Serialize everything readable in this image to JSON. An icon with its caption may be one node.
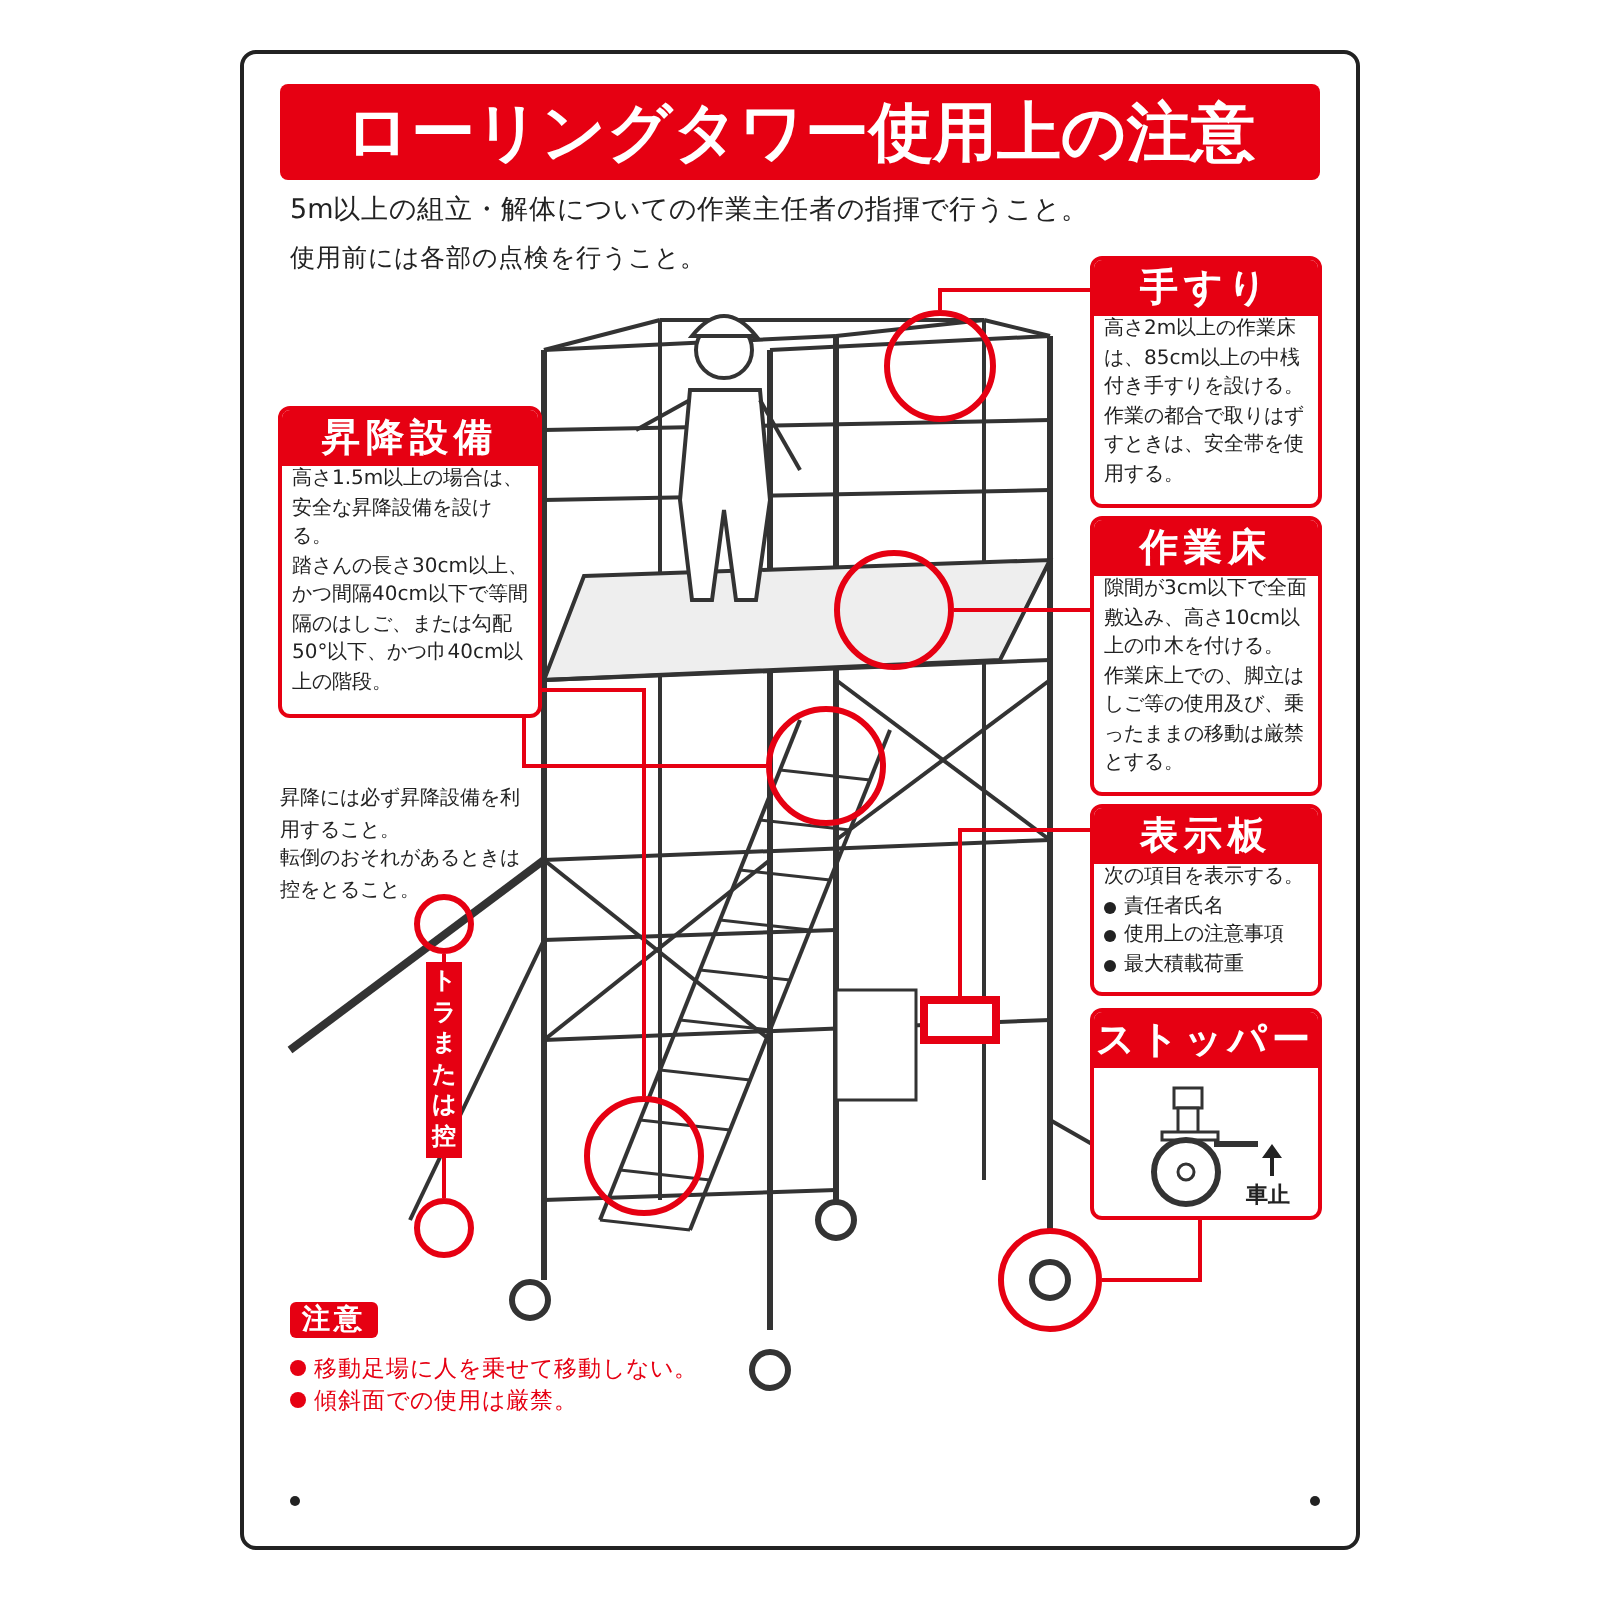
{
  "diagram": {
    "title": "ローリングタワー使用上の注意",
    "nodes": [
      {
        "text": [
          "手すり",
          "高さ2m以上の作業床は、85cm以上の中桟付き手すりを設ける。",
          "作業の都合で取りはずすときは、安全帯を使用する。"
        ]
      },
      {
        "text": [],
        "shape": "circle"
      },
      {
        "text": [
          "昇降設備",
          "高さ1.5m以上の場合は、安全な昇降設備を設ける。",
          "踏さんの長さ30cm以上、かつ間隔40cm以下で等間隔のはしご、または勾配50°以下、かつ巾40cm以上の階段。"
        ]
      },
      {
        "text": [],
        "shape": "circle"
      },
      {
        "text": [],
        "shape": "circle"
      },
      {
        "text": [
          "作業床",
          "隙間が3cm以下で全面敷込み、高さ10cm以上の巾木を付ける。",
          "作業床上での、脚立はしご等の使用及び、乗ったままの移動は厳禁とする。"
        ]
      },
      {
        "text": [],
        "shape": "circle"
      },
      {
        "text": [
          "表示板",
          "次の項目を表示する。",
          "責任者氏名",
          "使用上の注意事項",
          "最大積載荷重"
        ]
      },
      {
        "text": [],
        "shape": "box"
      },
      {
        "text": [
          "ストッパー",
          "車止"
        ]
      },
      {
        "text": [],
        "shape": "circle"
      },
      {
        "text": [
          "トラまたは控"
        ]
      },
      {
        "text": [],
        "shape": "circle"
      },
      {
        "text": [],
        "shape": "circle"
      }
    ],
    "edges": [
      {
        "from": 0,
        "to": 1,
        "arrow": "none"
      },
      {
        "from": 2,
        "to": 3,
        "arrow": "none"
      },
      {
        "from": 2,
        "to": 4,
        "arrow": "none"
      },
      {
        "from": 5,
        "to": 6,
        "arrow": "none"
      },
      {
        "from": 7,
        "to": 8,
        "arrow": "none"
      },
      {
        "from": 9,
        "to": 10,
        "arrow": "none"
      },
      {
        "from": 11,
        "to": 12,
        "arrow": "none"
      },
      {
        "from": 11,
        "to": 13,
        "arrow": "none"
      }
    ],
    "labels": [
      "5m以上の組立・解体についての作業主任者の指揮で行うこと。",
      "使用前には各部の点検を行うこと。",
      "昇降には必ず昇降設備を利用すること。",
      "転倒のおそれがあるときは控をとること。",
      "注意",
      "移動足場に人を乗せて移動しない。",
      "傾斜面での使用は厳禁。"
    ]
  }
}
